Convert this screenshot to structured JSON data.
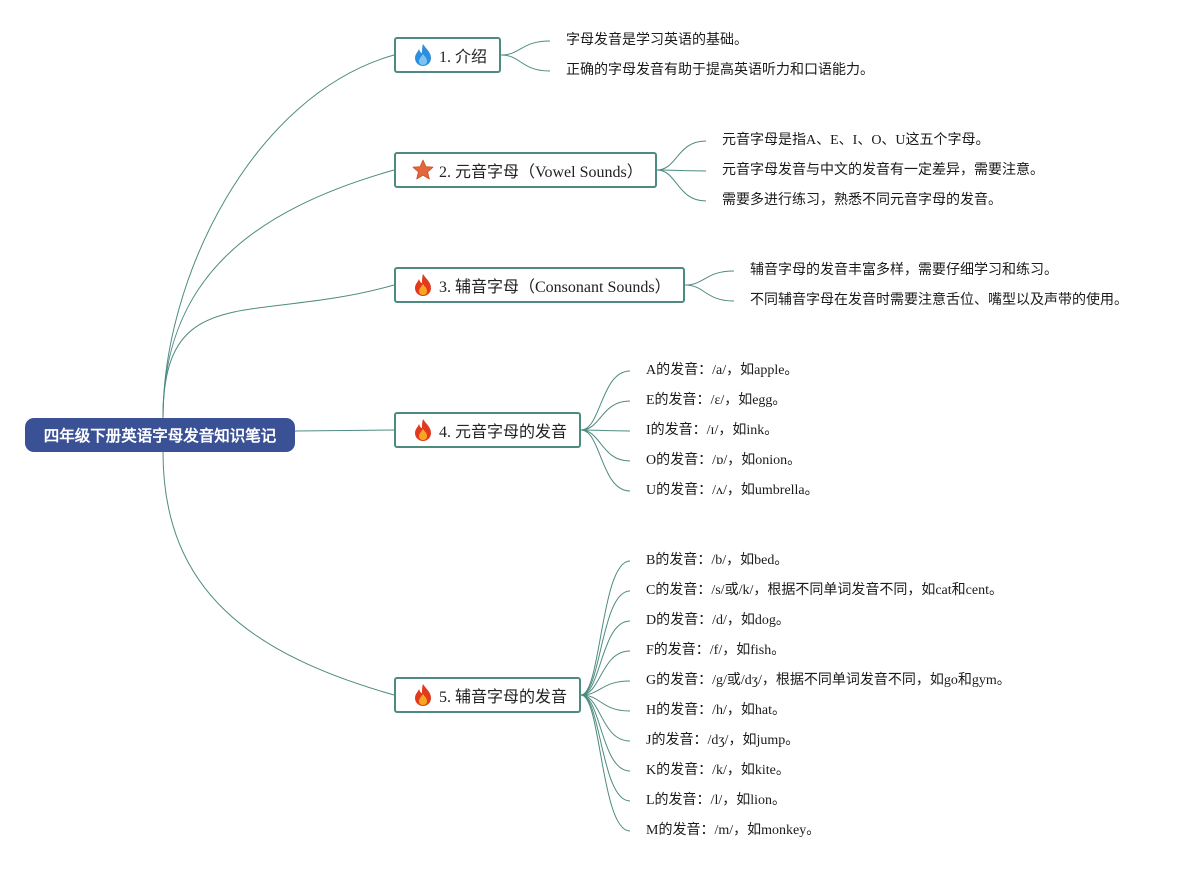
{
  "root": {
    "label": "四年级下册英语字母发音知识笔记"
  },
  "topics": [
    {
      "label": "1. 介绍",
      "icon": "blue-flame-icon",
      "color": "#2f8fdc",
      "leaves": [
        "字母发音是学习英语的基础。",
        "正确的字母发音有助于提高英语听力和口语能力。"
      ]
    },
    {
      "label": "2. 元音字母（Vowel Sounds）",
      "icon": "star-icon",
      "color": "#e2673a",
      "leaves": [
        "元音字母是指A、E、I、O、U这五个字母。",
        "元音字母发音与中文的发音有一定差异，需要注意。",
        "需要多进行练习，熟悉不同元音字母的发音。"
      ]
    },
    {
      "label": "3. 辅音字母（Consonant Sounds）",
      "icon": "fire-icon",
      "color": "#e23a1e",
      "leaves": [
        "辅音字母的发音丰富多样，需要仔细学习和练习。",
        "不同辅音字母在发音时需要注意舌位、嘴型以及声带的使用。"
      ]
    },
    {
      "label": "4. 元音字母的发音",
      "icon": "fire-icon",
      "color": "#e23a1e",
      "leaves": [
        "A的发音：/a/，如apple。",
        "E的发音：/ɛ/，如egg。",
        "I的发音：/ɪ/，如ink。",
        "O的发音：/ɒ/，如onion。",
        "U的发音：/ʌ/，如umbrella。"
      ]
    },
    {
      "label": "5. 辅音字母的发音",
      "icon": "fire-icon",
      "color": "#e23a1e",
      "leaves": [
        "B的发音：/b/，如bed。",
        "C的发音：/s/或/k/，根据不同单词发音不同，如cat和cent。",
        "D的发音：/d/，如dog。",
        "F的发音：/f/，如fish。",
        "G的发音：/g/或/dʒ/，根据不同单词发音不同，如go和gym。",
        "H的发音：/h/，如hat。",
        "J的发音：/dʒ/，如jump。",
        "K的发音：/k/，如kite。",
        "L的发音：/l/，如lion。",
        "M的发音：/m/，如monkey。"
      ]
    }
  ],
  "colors": {
    "root_fill": "#3b5196",
    "branch_line": "#4d8b80",
    "topic_border": "#4d8b80"
  }
}
